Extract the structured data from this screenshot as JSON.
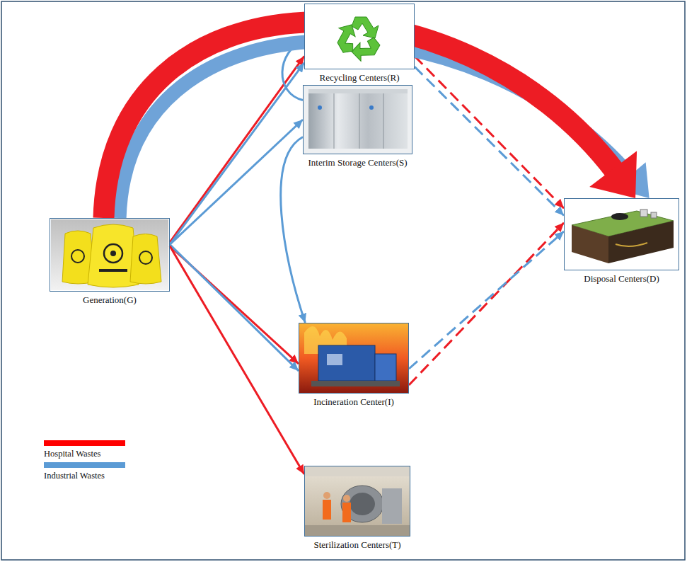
{
  "diagram": {
    "nodes": [
      {
        "text": [
          "Generation(G)"
        ]
      },
      {
        "text": [
          "Recycling Centers(R)"
        ]
      },
      {
        "text": [
          "Interim Storage Centers(S)"
        ]
      },
      {
        "text": [
          "Incineration Center(I)"
        ]
      },
      {
        "text": [
          "Sterilization Centers(T)"
        ]
      },
      {
        "text": [
          "Disposal Centers(D)"
        ]
      }
    ],
    "edges": [
      {
        "from": 0,
        "to": 1,
        "arrow": "to"
      },
      {
        "from": 0,
        "to": 1,
        "arrow": "to"
      },
      {
        "from": 0,
        "to": 2,
        "arrow": "to"
      },
      {
        "from": 0,
        "to": 3,
        "arrow": "to"
      },
      {
        "from": 0,
        "to": 3,
        "arrow": "to"
      },
      {
        "from": 0,
        "to": 4,
        "arrow": "to"
      },
      {
        "from": 2,
        "to": 1,
        "arrow": "to"
      },
      {
        "from": 2,
        "to": 3,
        "arrow": "to"
      },
      {
        "from": 1,
        "to": 5,
        "arrow": "to"
      },
      {
        "from": 1,
        "to": 5,
        "arrow": "to"
      },
      {
        "from": 3,
        "to": 5,
        "arrow": "to"
      },
      {
        "from": 3,
        "to": 5,
        "arrow": "to"
      },
      {
        "from": 0,
        "to": 5,
        "arrow": "to"
      },
      {
        "from": 0,
        "to": 5,
        "arrow": "to"
      }
    ],
    "legend": [
      {
        "text": "Hospital Wastes",
        "color": "#ff0000"
      },
      {
        "text": "Industrial Wastes",
        "color": "#5b9bd5"
      }
    ]
  }
}
